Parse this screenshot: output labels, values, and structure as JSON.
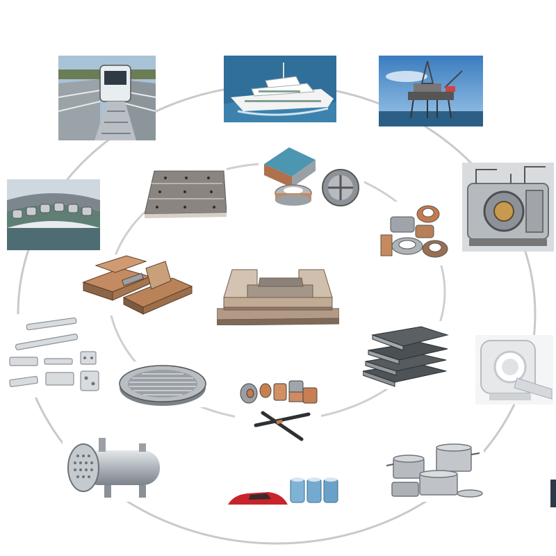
{
  "image": {
    "description_visible_text": [],
    "palette": {
      "background": "#ffffff",
      "ring": "#c9c9c9",
      "metal": "#9ea3a8",
      "copper": "#c8895d",
      "sea": "#2f6f9a",
      "sky": "#7fb2d8"
    },
    "outer_photos": [
      {
        "id": "monorail-train",
        "icon": "train-icon"
      },
      {
        "id": "cruise-ship",
        "icon": "ship-icon"
      },
      {
        "id": "offshore-oil-platform",
        "icon": "oil-rig-icon"
      },
      {
        "id": "vacuum-chamber-machine",
        "icon": "machine-icon"
      },
      {
        "id": "mri-scanner",
        "icon": "mri-icon"
      },
      {
        "id": "cookware-set",
        "icon": "pot-icon"
      },
      {
        "id": "battery-cells",
        "icon": "battery-icon"
      },
      {
        "id": "red-car",
        "icon": "car-icon"
      },
      {
        "id": "heat-exchanger",
        "icon": "heat-exchanger-icon"
      },
      {
        "id": "metal-strip-parts",
        "icon": "bracket-icon"
      },
      {
        "id": "maglev-track-ring",
        "icon": "rail-icon"
      }
    ],
    "inner_products": [
      {
        "id": "perforated-plate",
        "icon": "plate-icon"
      },
      {
        "id": "clad-blocks-and-rings",
        "icon": "block-icon"
      },
      {
        "id": "bimetal-rings-and-tubes",
        "icon": "ring-icon"
      },
      {
        "id": "stacked-clad-plates-dark",
        "icon": "stack-icon"
      },
      {
        "id": "tube-sheet-disc",
        "icon": "disc-icon"
      },
      {
        "id": "copper-bimetal-fittings",
        "icon": "fitting-icon"
      },
      {
        "id": "copper-clad-bars",
        "icon": "bar-icon"
      },
      {
        "id": "stacked-clad-plates-center",
        "icon": "stack-icon"
      }
    ]
  }
}
